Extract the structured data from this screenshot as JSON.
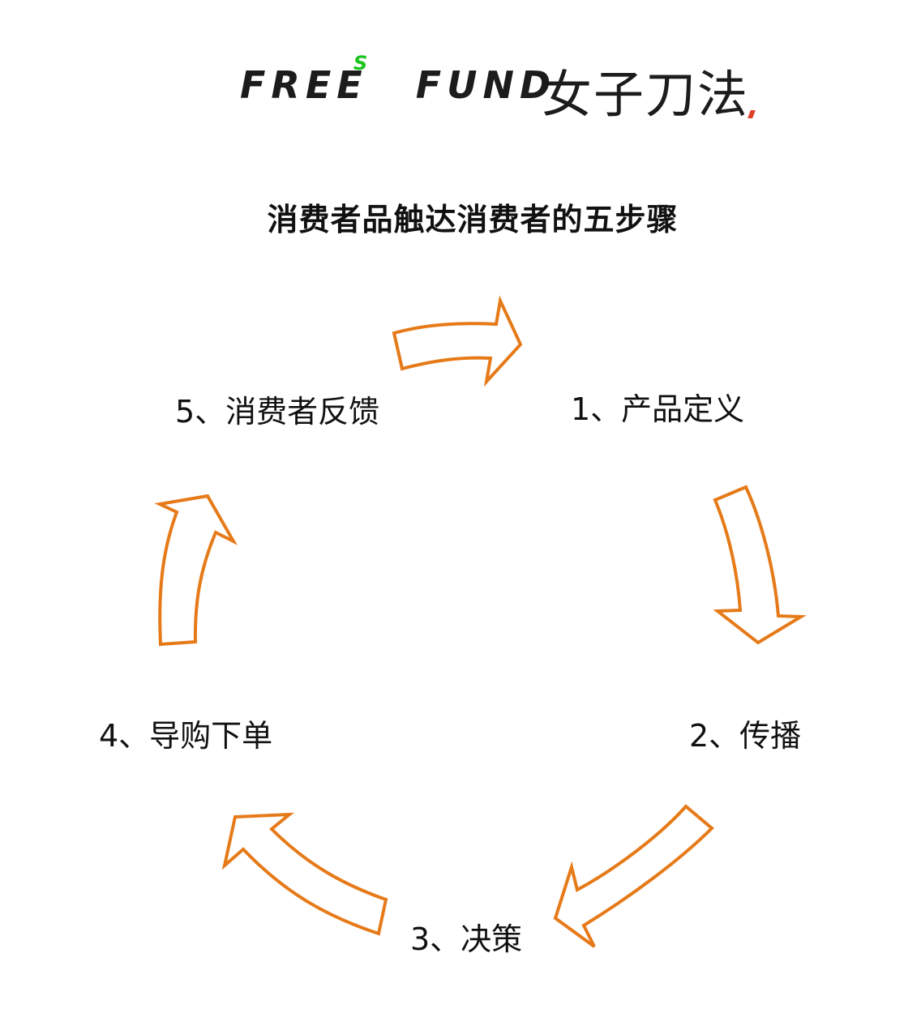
{
  "header": {
    "logo_en_main": "FREE",
    "logo_en_super": "S",
    "logo_en_second": "FUND",
    "logo_cn": "女子刀法"
  },
  "title": "消费者品触达消费者的五步骤",
  "steps": [
    {
      "label": "1、产品定义"
    },
    {
      "label": "2、传播"
    },
    {
      "label": "3、决策"
    },
    {
      "label": "4、导购下单"
    },
    {
      "label": "5、消费者反馈"
    }
  ],
  "colors": {
    "arrow_stroke": "#e67a18",
    "logo_accent": "#19c41d",
    "logo_dot": "#e0402a"
  }
}
